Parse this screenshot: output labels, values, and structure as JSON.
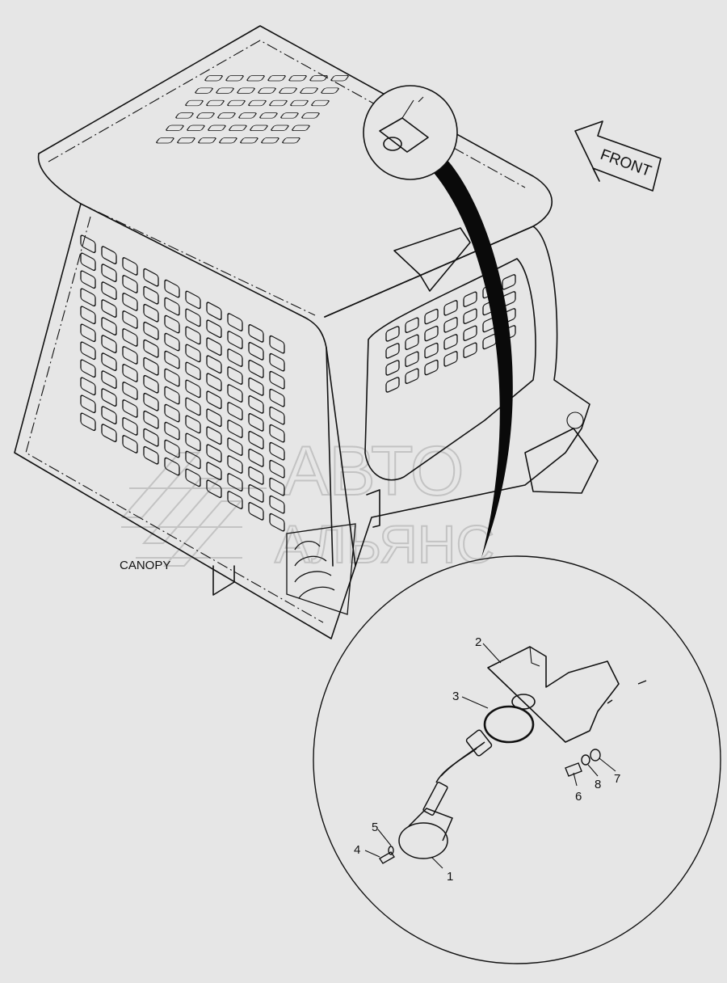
{
  "diagram": {
    "canopy_label": "CANOPY",
    "front_arrow_label": "FRONT",
    "watermark_line1": "АВТО",
    "watermark_line2": "АЛЬЯНС",
    "callouts": [
      "1",
      "2",
      "3",
      "4",
      "5",
      "6",
      "7",
      "8"
    ]
  }
}
